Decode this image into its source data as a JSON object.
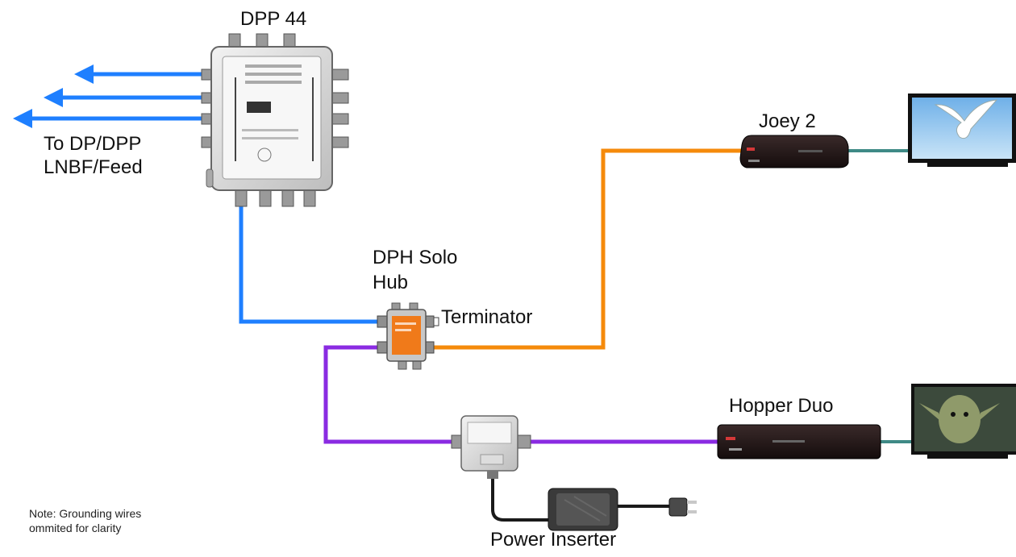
{
  "labels": {
    "switch": "DPP 44",
    "feed_line1": "To DP/DPP",
    "feed_line2": "LNBF/Feed",
    "joey": "Joey 2",
    "hub_line1": "DPH Solo",
    "hub_line2": "Hub",
    "terminator": "Terminator",
    "hopper": "Hopper Duo",
    "power_inserter": "Power Inserter"
  },
  "note": {
    "line1": "Note: Grounding wires",
    "line2": "ommited for clarity"
  },
  "colors": {
    "feed_cable": "#1e7fff",
    "switch_to_hub": "#1e7fff",
    "hub_to_joey": "#f58a0b",
    "hub_to_power_inserter": "#8a2be2",
    "power_inserter_to_hopper": "#8a2be2",
    "receiver_to_tv": "#3f8a86",
    "power_cable": "#1a1a1a",
    "hub_body": "#f07a1a"
  },
  "icons": {
    "switch": "multiswitch-icon",
    "hub": "splitter-hub-icon",
    "joey": "receiver-icon",
    "hopper": "receiver-icon",
    "tv1": "tv-seagull-icon",
    "tv2": "tv-yoda-icon",
    "power_inserter": "power-inserter-icon",
    "adapter": "power-adapter-icon",
    "plug": "power-plug-icon"
  }
}
